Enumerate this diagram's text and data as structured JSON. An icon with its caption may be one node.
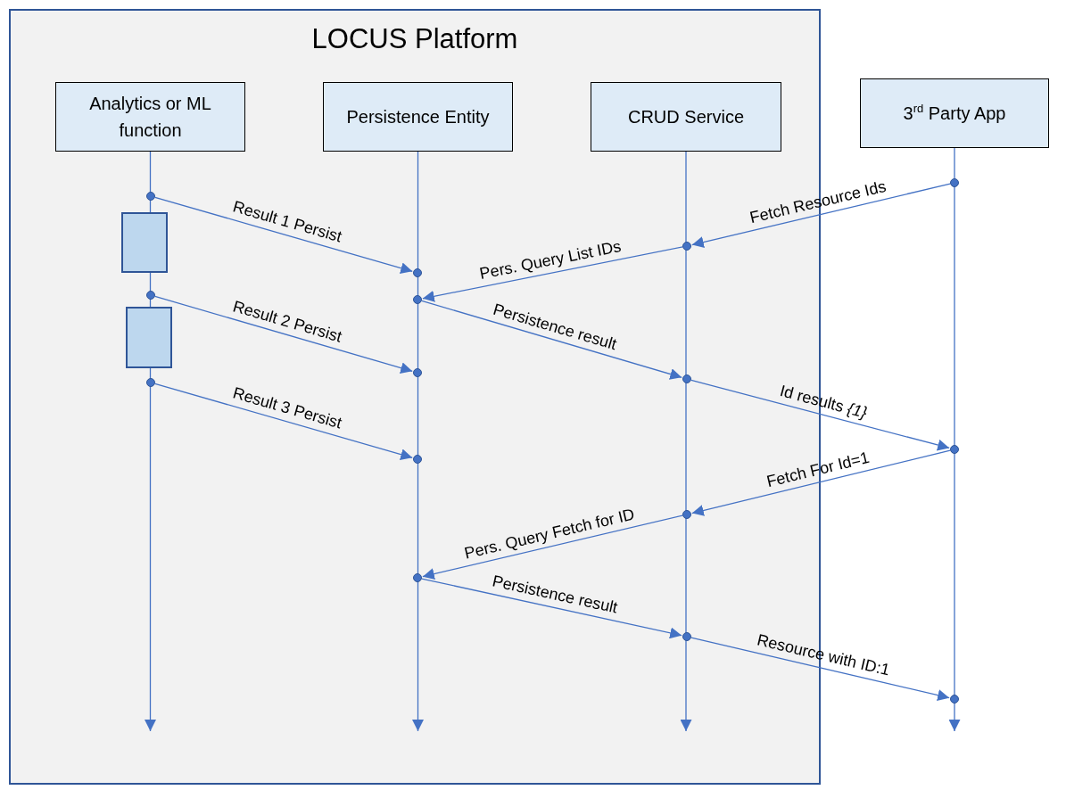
{
  "diagram": {
    "nodes": [
      {
        "text": [
          "LOCUS Platform"
        ]
      },
      {
        "text": [
          "Analytics or ML function"
        ],
        "in": 0
      },
      {
        "text": [
          "Persistence Entity"
        ],
        "in": 0
      },
      {
        "text": [
          "CRUD Service"
        ],
        "in": 0
      },
      {
        "text": [
          "3$^{rd}$ Party App"
        ]
      },
      {
        "text": [],
        "shape": "box",
        "in": 0
      },
      {
        "text": [],
        "shape": "box",
        "in": 0
      },
      {
        "text": [],
        "shape": "circle"
      },
      {
        "text": [],
        "shape": "circle",
        "in": 0
      },
      {
        "text": [],
        "shape": "circle",
        "in": 0
      },
      {
        "text": [],
        "shape": "circle",
        "in": 0
      },
      {
        "text": [],
        "shape": "circle",
        "in": 0
      },
      {
        "text": [],
        "shape": "circle",
        "in": 0
      },
      {
        "text": [],
        "shape": "circle",
        "in": 0
      },
      {
        "text": [],
        "shape": "circle",
        "in": 0
      },
      {
        "text": [],
        "shape": "circle",
        "in": 0
      },
      {
        "text": [],
        "shape": "circle"
      },
      {
        "text": [],
        "shape": "circle",
        "in": 0
      },
      {
        "text": [],
        "shape": "circle",
        "in": 0
      },
      {
        "text": [],
        "shape": "circle",
        "in": 0
      },
      {
        "text": [],
        "shape": "circle",
        "in": 0
      },
      {
        "text": [],
        "shape": "circle"
      }
    ],
    "edges": [
      {
        "from": 8,
        "to": 10,
        "arrow": "to",
        "label": "Result 1 Persist"
      },
      {
        "from": 7,
        "to": 9,
        "arrow": "to",
        "label": "Fetch Resource Ids"
      },
      {
        "from": 9,
        "to": 12,
        "arrow": "to",
        "label": "Pers. Query List IDs"
      },
      {
        "from": 11,
        "to": 13,
        "arrow": "to",
        "label": "Result 2 Persist"
      },
      {
        "from": 12,
        "to": 14,
        "arrow": "to",
        "label": "Persistence result"
      },
      {
        "from": 15,
        "to": 17,
        "arrow": "to",
        "label": "Result 3 Persist"
      },
      {
        "from": 14,
        "to": 16,
        "arrow": "to",
        "label": "Id results *{1}*"
      },
      {
        "from": 16,
        "to": 18,
        "arrow": "to",
        "label": "Fetch For Id=1"
      },
      {
        "from": 18,
        "to": 19,
        "arrow": "to",
        "label": "Pers. Query Fetch for ID"
      },
      {
        "from": 19,
        "to": 20,
        "arrow": "to",
        "label": "Persistence result"
      },
      {
        "from": 20,
        "to": 21,
        "arrow": "to",
        "label": "Resource with ID:1"
      },
      {
        "from": 1,
        "to": null,
        "arrow": "to"
      },
      {
        "from": 2,
        "to": null,
        "arrow": "to"
      },
      {
        "from": 3,
        "to": null,
        "arrow": "to"
      },
      {
        "from": 4,
        "to": null,
        "arrow": "to"
      }
    ]
  }
}
